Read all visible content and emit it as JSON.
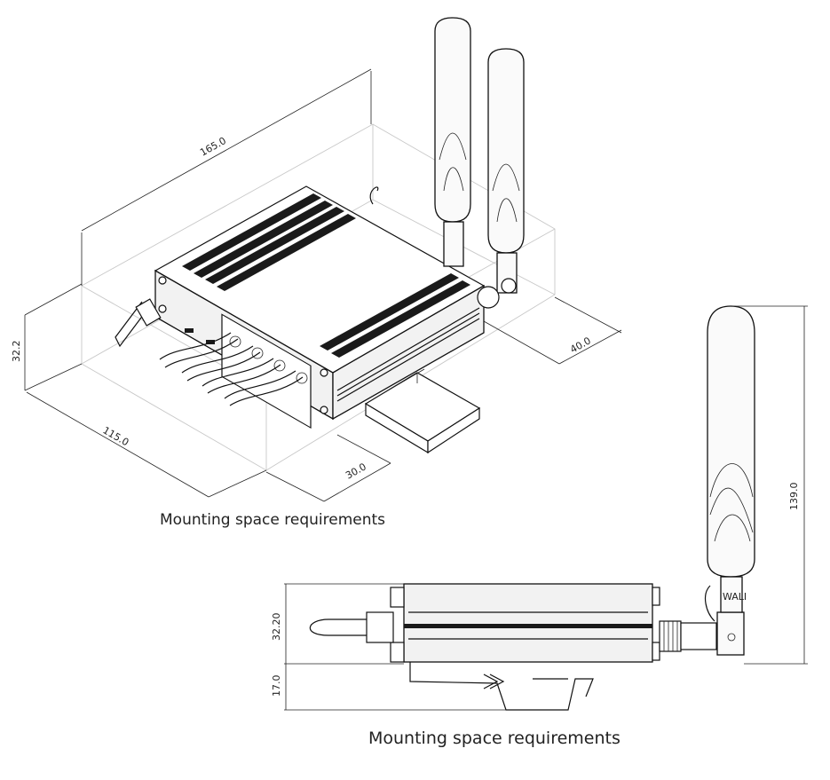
{
  "dimensions": {
    "length": "165.0",
    "height": "32.2",
    "depth": "115.0",
    "rail_clearance": "30.0",
    "antenna_clearance": "40.0",
    "antenna_height": "139.0",
    "side_height": "32.20",
    "rail_height": "17.0"
  },
  "captions": {
    "top": "Mounting space requirements",
    "bottom": "Mounting space requirements"
  },
  "device": {
    "brand_text": "WALI"
  }
}
